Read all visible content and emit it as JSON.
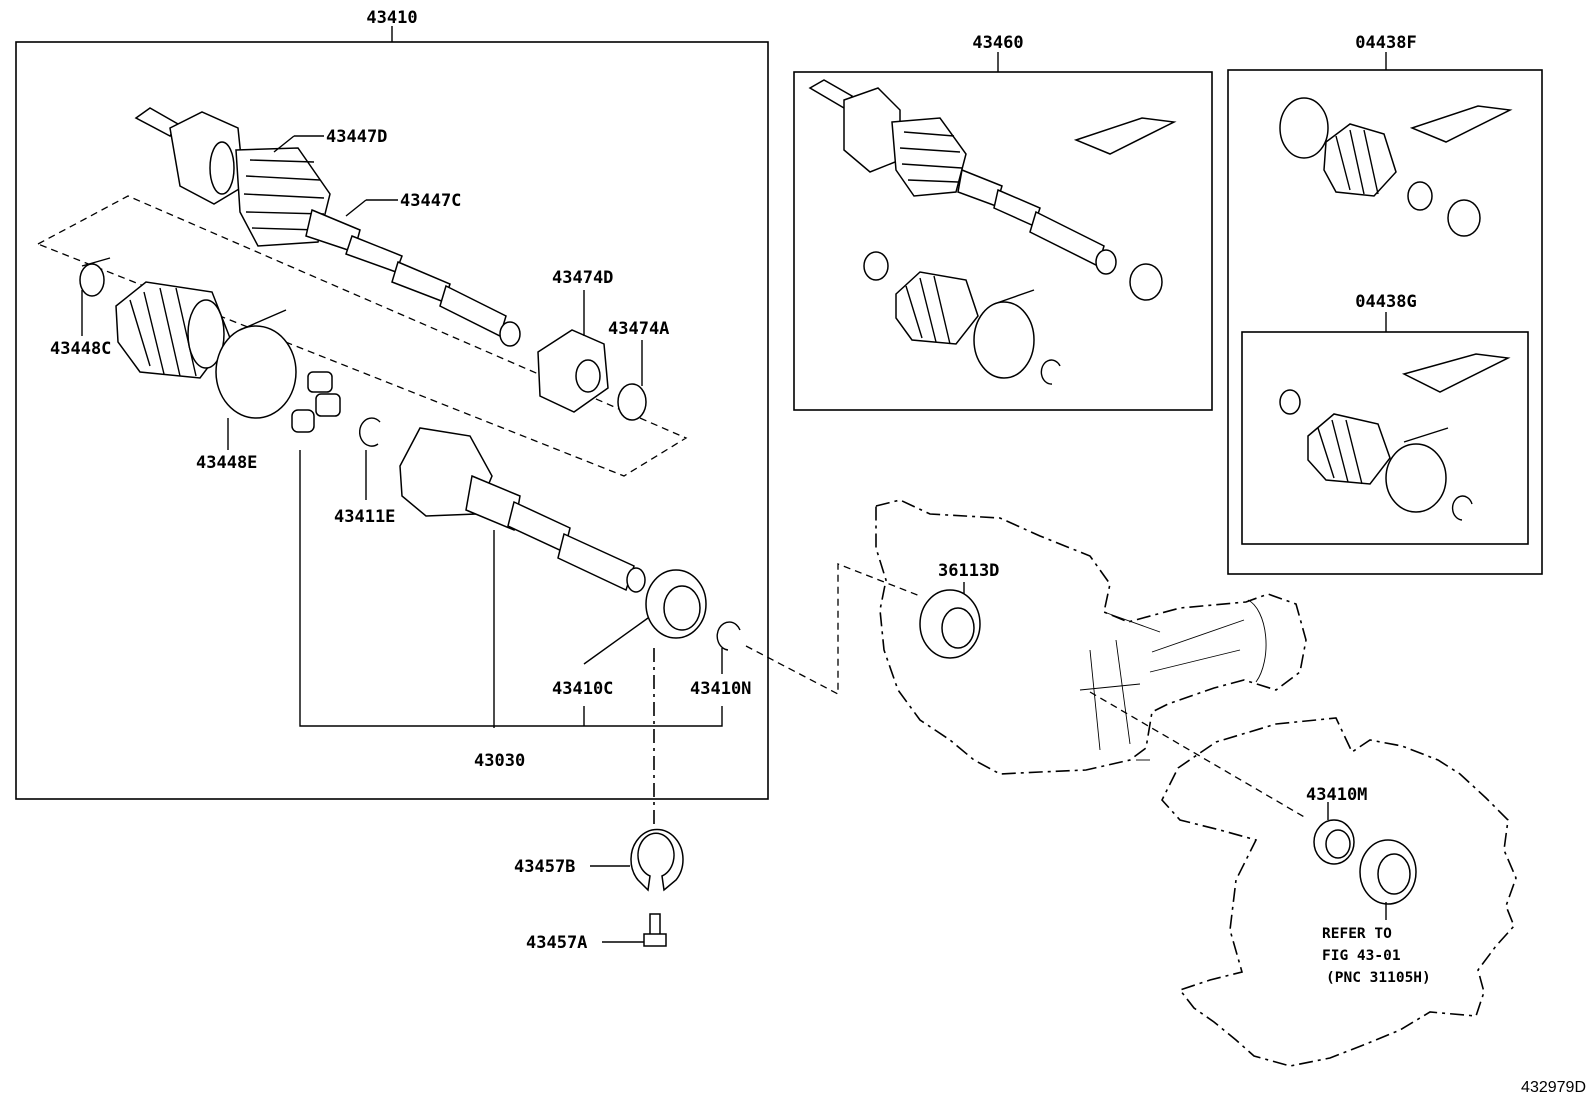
{
  "diagram": {
    "groups": {
      "main_assembly": "43410",
      "outboard_kit": "43460",
      "boot_kit_f": "04438F",
      "boot_kit_g": "04438G"
    },
    "parts": {
      "p43447D": "43447D",
      "p43447C": "43447C",
      "p43474D": "43474D",
      "p43474A": "43474A",
      "p43448C": "43448C",
      "p43448E": "43448E",
      "p43411E": "43411E",
      "p43410C": "43410C",
      "p43410N": "43410N",
      "p43030": "43030",
      "p43457B": "43457B",
      "p43457A": "43457A",
      "p36113D": "36113D",
      "p43410M": "43410M"
    },
    "note": {
      "line1": "REFER TO",
      "line2": "FIG 43-01",
      "line3": "(PNC 31105H)"
    },
    "figure_id": "432979D"
  }
}
